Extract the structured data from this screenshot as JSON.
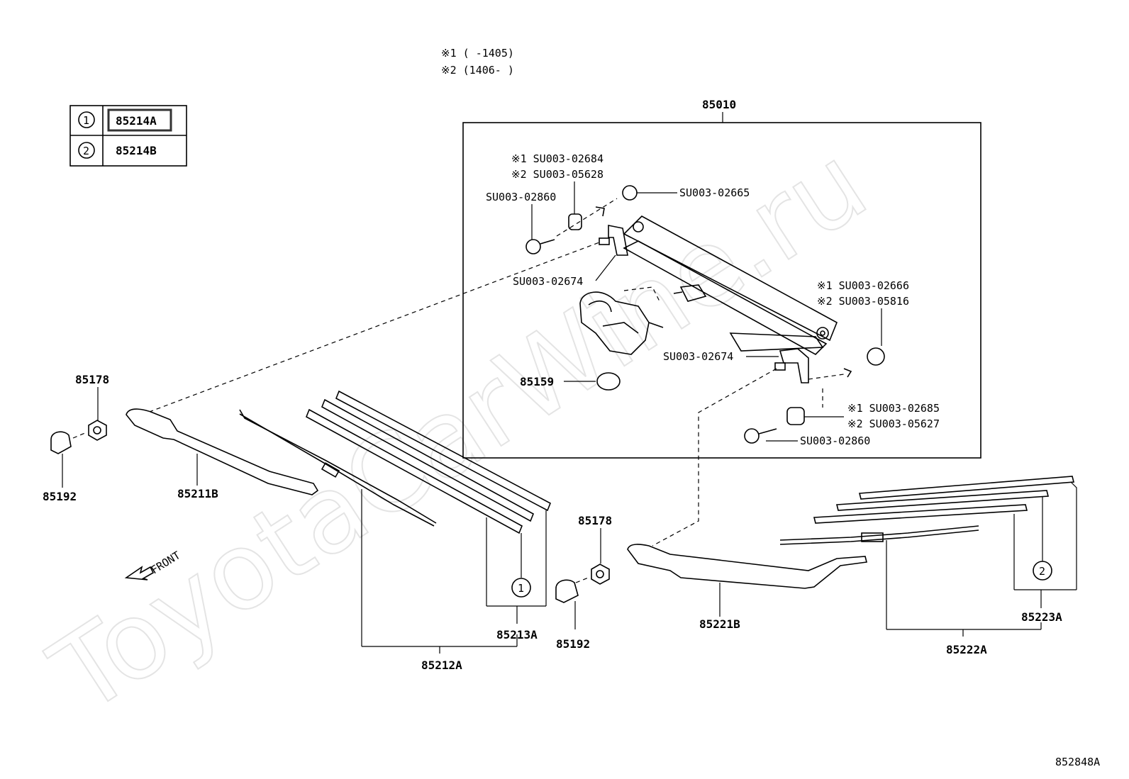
{
  "note_lines": [
    "※1 (      -1405)",
    "※2 (1406-      )"
  ],
  "legend": [
    {
      "key": "1",
      "value": "85214A"
    },
    {
      "key": "2",
      "value": "85214B"
    }
  ],
  "watermark": "ToyotaCarWine.ru",
  "figure_id": "852848A",
  "labels": {
    "assembly": "85010",
    "sub1_a": "※1 SU003-02684",
    "sub1_b": "※2 SU003-05628",
    "bolt_tl": "SU003-02860",
    "bush_tr": "SU003-02665",
    "pivot_l": "SU003-02674",
    "sub2_a": "※1 SU003-02666",
    "sub2_b": "※2 SU003-05816",
    "pivot_r": "SU003-02674",
    "motor_cap": "85159",
    "sub3_a": "※1 SU003-02685",
    "sub3_b": "※2 SU003-05627",
    "bolt_br": "SU003-02860",
    "nut_l": "85178",
    "cap_l": "85192",
    "arm_l": "85211B",
    "blade_l": "85212A",
    "rubber_l": "85213A",
    "circle_1": "1",
    "front": "FRONT",
    "nut_r": "85178",
    "cap_r": "85192",
    "arm_r": "85221B",
    "blade_r": "85222A",
    "rubber_r": "85223A",
    "circle_2": "2"
  }
}
